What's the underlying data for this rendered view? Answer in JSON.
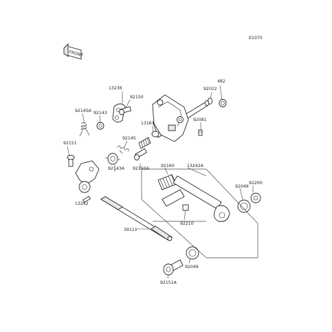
{
  "diagram": {
    "code": "E1070",
    "front_marker": "FRONT",
    "labels": {
      "p462": "482",
      "p92022": "92022",
      "p13236": "13236",
      "p92150": "92150",
      "p92145A": "92145A",
      "p92143": "92143",
      "p13161": "13161",
      "p92081": "92081",
      "p92151": "92151",
      "p92145": "92145",
      "p92143A": "92143A",
      "p92150A": "92150A",
      "p92160": "92160",
      "p13242A": "13242A",
      "p92200": "92200",
      "p92049a": "92049",
      "p13242": "13242",
      "p92210": "92210",
      "p39111": "39111",
      "p92049b": "92049",
      "p92151A": "92151A"
    }
  }
}
